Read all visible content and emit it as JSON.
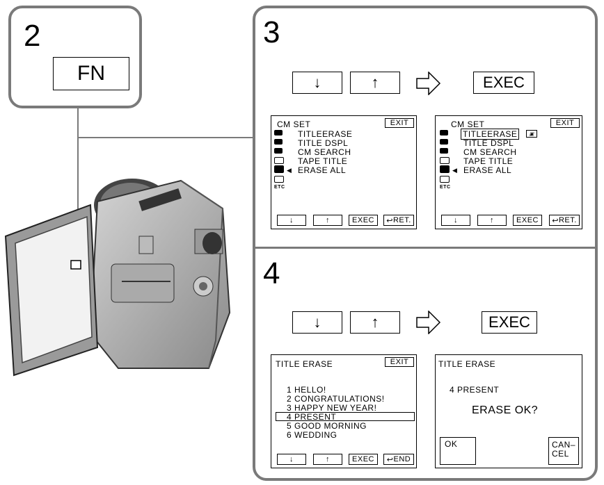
{
  "step2": {
    "number": "2",
    "fn_label": "FN"
  },
  "step3": {
    "number": "3",
    "buttons": {
      "down": "↓",
      "up": "↑",
      "exec": "EXEC"
    },
    "screens": [
      {
        "title": "CM SET",
        "exit": "EXIT",
        "items": [
          "TITLEERASE",
          "TITLE DSPL",
          "CM SEARCH",
          "TAPE TITLE",
          "ERASE ALL"
        ],
        "etc": "ETC",
        "bottom": [
          "↓",
          "↑",
          "EXEC",
          "RET."
        ]
      },
      {
        "title": "CM SET",
        "exit": "EXIT",
        "items": [
          "TITLEERASE",
          "TITLE DSPL",
          "CM SEARCH",
          "TAPE TITLE",
          "ERASE ALL"
        ],
        "etc": "ETC",
        "bottom": [
          "↓",
          "↑",
          "EXEC",
          "RET."
        ]
      }
    ]
  },
  "step4": {
    "number": "4",
    "buttons": {
      "down": "↓",
      "up": "↑",
      "exec": "EXEC"
    },
    "list_screen": {
      "title": "TITLE ERASE",
      "exit": "EXIT",
      "items": [
        "1  HELLO!",
        "2  CONGRATULATIONS!",
        "3  HAPPY NEW YEAR!",
        "4  PRESENT",
        "5  GOOD MORNING",
        "6  WEDDING"
      ],
      "bottom": [
        "↓",
        "↑",
        "EXEC",
        "END"
      ]
    },
    "confirm_screen": {
      "title": "TITLE ERASE",
      "selected": "4  PRESENT",
      "question": "ERASE  OK?",
      "ok": "OK",
      "cancel_line1": "CAN–",
      "cancel_line2": "CEL"
    }
  }
}
